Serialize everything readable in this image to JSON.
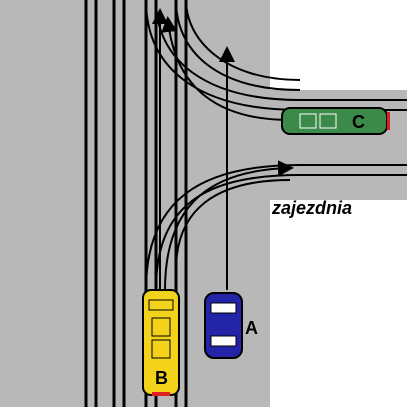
{
  "labels": {
    "vehicle_a": "A",
    "vehicle_b": "B",
    "vehicle_c": "C",
    "depot": "zajezdnia"
  },
  "colors": {
    "background": "#ffffff",
    "road": "#b8b8b8",
    "rail": "#000000",
    "tram_b_body": "#f2d21a",
    "car_a_body": "#2424a8",
    "tram_c_body": "#3c8a4a",
    "tram_c_marker": "#e02020",
    "tram_b_marker": "#e02020"
  }
}
